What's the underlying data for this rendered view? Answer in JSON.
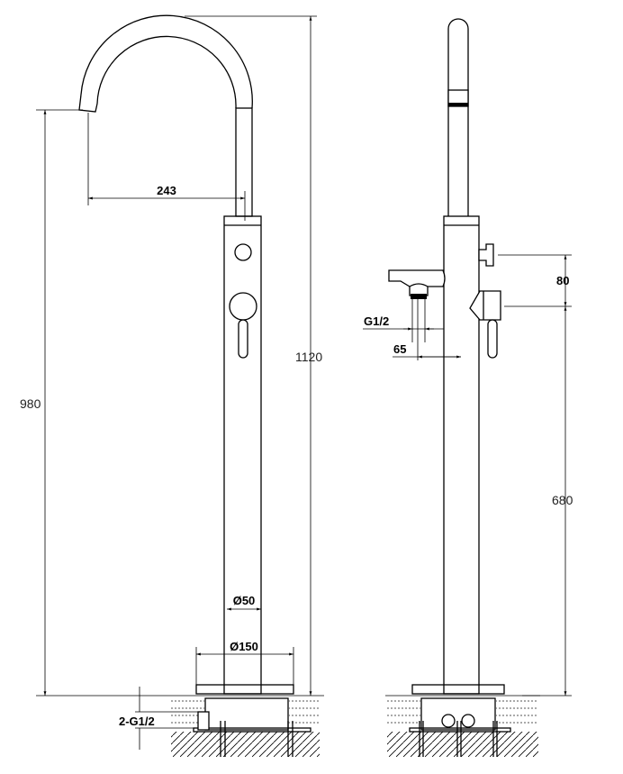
{
  "front_view": {
    "spout_reach": "243",
    "total_height": "1120",
    "outlet_height": "980",
    "column_diameter": "Ø50",
    "base_diameter": "Ø150",
    "inlets": "2-G1/2"
  },
  "side_view": {
    "hand_shower_thread": "G1/2",
    "hand_shower_offset": "65",
    "handle_spacing": "80",
    "handle_height": "680"
  }
}
